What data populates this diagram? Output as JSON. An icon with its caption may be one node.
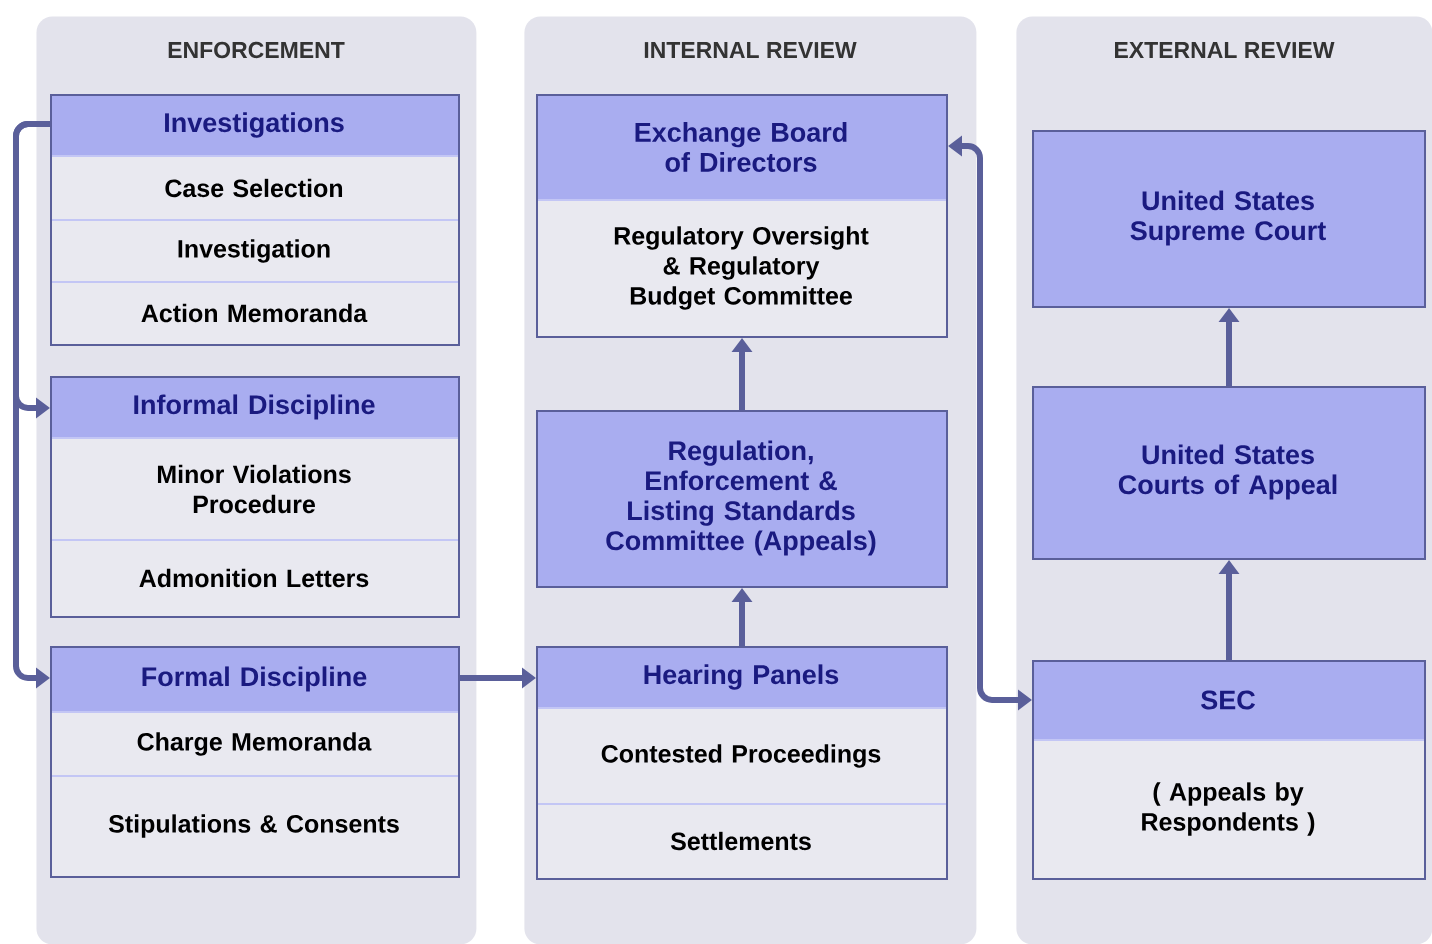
{
  "diagram": {
    "nodes": [
      {
        "text": [
          "ENFORCEMENT"
        ]
      },
      {
        "text": [
          "Investigations",
          "Case Selection",
          "Investigation",
          "Action Memoranda"
        ],
        "in": 0
      },
      {
        "text": [
          "Informal Discipline",
          "Minor Violations Procedure",
          "Admonition Letters"
        ],
        "in": 0
      },
      {
        "text": [
          "Formal Discipline",
          "Charge Memoranda",
          "Stipulations & Consents"
        ],
        "in": 0
      },
      {
        "text": [
          "INTERNAL REVIEW"
        ]
      },
      {
        "text": [
          "Exchange Board of Directors",
          "Regulatory Oversight & Regulatory Budget Committee"
        ],
        "in": 4
      },
      {
        "text": [
          "Regulation, Enforcement & Listing Standards Committee (Appeals)"
        ],
        "in": 4
      },
      {
        "text": [
          "Hearing Panels",
          "Contested Proceedings",
          "Settlements"
        ],
        "in": 4
      },
      {
        "text": [
          "EXTERNAL REVIEW"
        ]
      },
      {
        "text": [
          "United States Supreme Court"
        ],
        "in": 8
      },
      {
        "text": [
          "United States Courts of Appeal"
        ],
        "in": 8
      },
      {
        "text": [
          "SEC",
          "( Appeals by Respondents )"
        ],
        "in": 8
      }
    ],
    "edges": [
      {
        "from": 1,
        "to": 2,
        "arrow": "to"
      },
      {
        "from": 1,
        "to": 3,
        "arrow": "to"
      },
      {
        "from": 3,
        "to": 7,
        "arrow": "to"
      },
      {
        "from": 7,
        "to": 6,
        "arrow": "to"
      },
      {
        "from": 6,
        "to": 5,
        "arrow": "to"
      },
      {
        "from": 5,
        "to": 11,
        "arrow": "both"
      },
      {
        "from": 11,
        "to": 10,
        "arrow": "to"
      },
      {
        "from": 10,
        "to": 9,
        "arrow": "to"
      }
    ]
  }
}
